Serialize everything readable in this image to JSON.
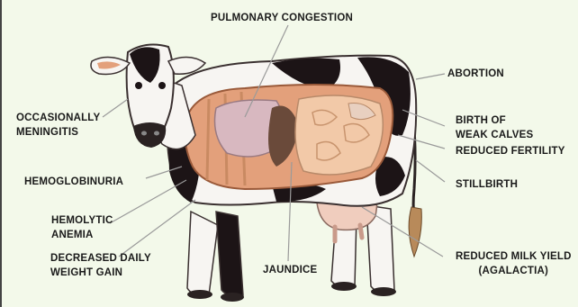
{
  "labels": {
    "pulmonary_congestion": "PULMONARY CONGESTION",
    "abortion": "ABORTION",
    "occasionally_meningitis": [
      "OCCASIONALLY",
      "MENINGITIS"
    ],
    "birth_of_weak_calves": [
      "BIRTH OF",
      "WEAK CALVES"
    ],
    "reduced_fertility": "REDUCED FERTILITY",
    "hemoglobinuria": "HEMOGLOBINURIA",
    "stillbirth": "STILLBIRTH",
    "hemolytic_anemia": [
      "HEMOLYTIC",
      "ANEMIA"
    ],
    "decreased_daily_weight_gain": [
      "DECREASED DAILY",
      "WEIGHT GAIN"
    ],
    "jaundice": "JAUNDICE",
    "reduced_milk_yield": [
      "REDUCED MILK YIELD",
      "(AGALACTIA)"
    ]
  },
  "colors": {
    "background": "#f3f9ea",
    "cow_white": "#f7f5f2",
    "cow_black": "#1c1416",
    "muscle": "#e3a07b",
    "organ": "#f2c9a8",
    "lung": "#d8b8c0",
    "udder": "#f0cdbe",
    "leader_line": "#9a9a9a"
  }
}
